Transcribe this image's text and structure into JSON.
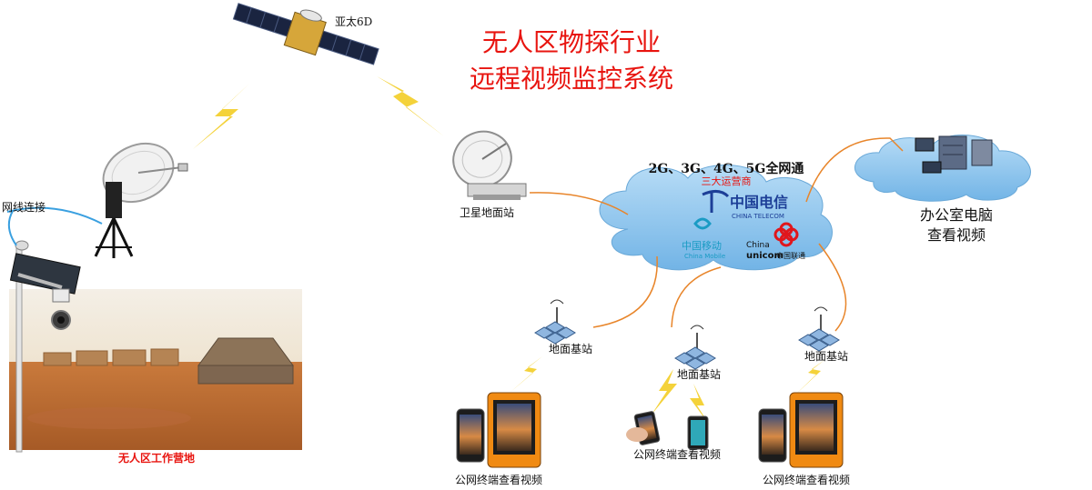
{
  "title": {
    "line1": "无人区物探行业",
    "line2": "远程视频监控系统"
  },
  "labels": {
    "satellite": "亚太6D",
    "network_link": "网线连接",
    "ground_station": "卫星地面站",
    "network_coverage": "2G、3G、4G、5G全网通",
    "operators": "三大运营商",
    "office": "办公室电脑",
    "office_sub": "查看视频",
    "base_station_left": "地面基站",
    "base_station_mid": "地面基站",
    "base_station_right": "地面基站",
    "camp": "无人区工作营地",
    "terminal_left": "公网终端查看视频",
    "terminal_mid": "公网终端查看视频",
    "terminal_right": "公网终端查看视频"
  },
  "logos": {
    "telecom_cn": "中国电信",
    "telecom_en": "CHINA TELECOM",
    "mobile_cn": "中国移动",
    "mobile_en": "China Mobile",
    "unicom_en1": "China",
    "unicom_en2": "unicom",
    "unicom_cn": "中国联通"
  },
  "colors": {
    "title_red": "#e8140f",
    "camp_red": "#e8140f",
    "operators_red": "#e8140f",
    "link_orange": "#e8852a",
    "cable_blue": "#3aa0e0",
    "cloud_blue": "#8ec7ee",
    "lightning_yellow": "#f4d23a",
    "telecom_blue": "#1d3f97",
    "mobile_teal": "#1a9bc4",
    "unicom_red": "#e0161c"
  }
}
